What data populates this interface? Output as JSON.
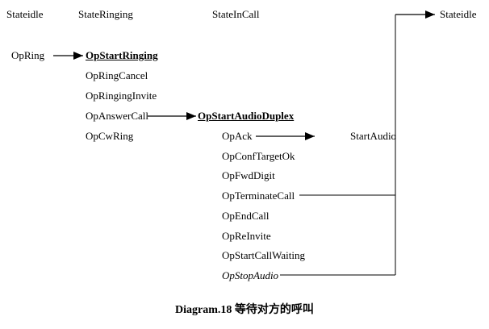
{
  "headers": {
    "state_idle_left": "Stateidle",
    "state_ringing": "StateRinging",
    "state_in_call": "StateInCall",
    "state_idle_right": "Stateidle"
  },
  "idle_ops": {
    "op_ring": "OpRing"
  },
  "ringing_ops": {
    "op_start_ringing": "OpStartRinging",
    "op_ring_cancel": "OpRingCancel",
    "op_ringing_invite": "OpRingingInvite",
    "op_answer_call": "OpAnswerCall",
    "op_cw_ring": "OpCwRing"
  },
  "incall_ops": {
    "op_start_audio_duplex": "OpStartAudioDuplex",
    "op_ack": "OpAck",
    "op_conf_target_ok": "OpConfTargetOk",
    "op_fwd_digit": "OpFwdDigit",
    "op_terminate_call": "OpTerminateCall",
    "op_end_call": "OpEndCall",
    "op_re_invite": "OpReInvite",
    "op_start_call_waiting": "OpStartCallWaiting",
    "op_stop_audio": "OpStopAudio"
  },
  "actions": {
    "start_audio": "StartAudio"
  },
  "caption": "Diagram.18 等待对方的呼叫",
  "colors": {
    "line": "#000000",
    "background": "#ffffff"
  }
}
